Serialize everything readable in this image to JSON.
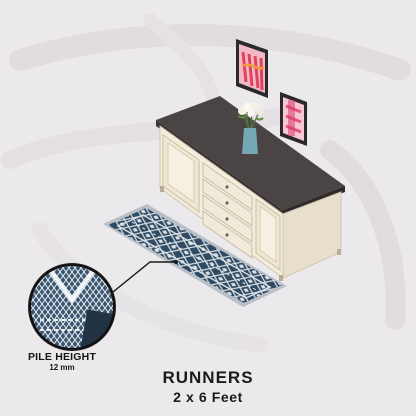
{
  "pile_height": {
    "label": "PILE HEIGHT",
    "value": "12 mm"
  },
  "product": {
    "title": "RUNNERS",
    "size": "2 x 6 Feet"
  },
  "colors": {
    "background": "#ece9ec",
    "cabinet_front": "#f3eddc",
    "cabinet_top": "#4b4444",
    "rug_base": "#2f4a63",
    "rug_pattern": "#dbe2e6",
    "text": "#1a1a1a"
  },
  "icons": [
    "abstract-art-frame-icon",
    "abstract-art-frame-small-icon",
    "flower-vase-icon",
    "rug-closeup-icon"
  ]
}
